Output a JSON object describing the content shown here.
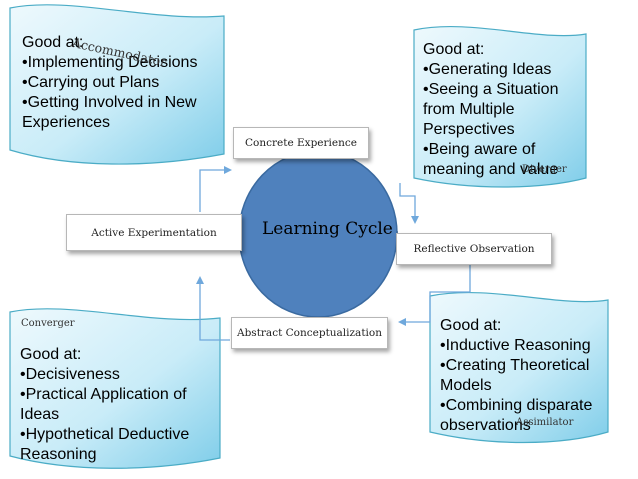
{
  "center": {
    "label": "Learning Cycle"
  },
  "stages": {
    "concrete": "Concrete Experience",
    "reflective": "Reflective Observation",
    "abstract": "Abstract Conceptualization",
    "active": "Active Experimentation"
  },
  "styles": {
    "accommodator": {
      "name": "Accommodator",
      "lines": [
        "Good at:",
        "•Implementing Decisions",
        "•Carrying out Plans",
        "•Getting Involved in New",
        "Experiences"
      ]
    },
    "diverger": {
      "name": "Diverger",
      "lines": [
        "Good at:",
        "•Generating Ideas",
        "•Seeing a Situation",
        "from Multiple",
        "Perspectives",
        "•Being aware of",
        "meaning and value"
      ]
    },
    "converger": {
      "name": "Converger",
      "lines": [
        "Good at:",
        "•Decisiveness",
        "•Practical Application of",
        "Ideas",
        "•Hypothetical Deductive",
        "Reasoning"
      ]
    },
    "assimilator": {
      "name": "Assimilator",
      "lines": [
        "Good at:",
        "•Inductive Reasoning",
        "•Creating Theoretical",
        "Models",
        "•Combining disparate",
        "observations"
      ]
    }
  },
  "colors": {
    "circle_fill": "#4f81bd",
    "circle_stroke": "#3a6aa0",
    "wave_fill_light": "#e4f6fc",
    "wave_fill_dark": "#8fd3ef",
    "wave_stroke": "#4bacc6",
    "arrow": "#6fa8dc"
  }
}
